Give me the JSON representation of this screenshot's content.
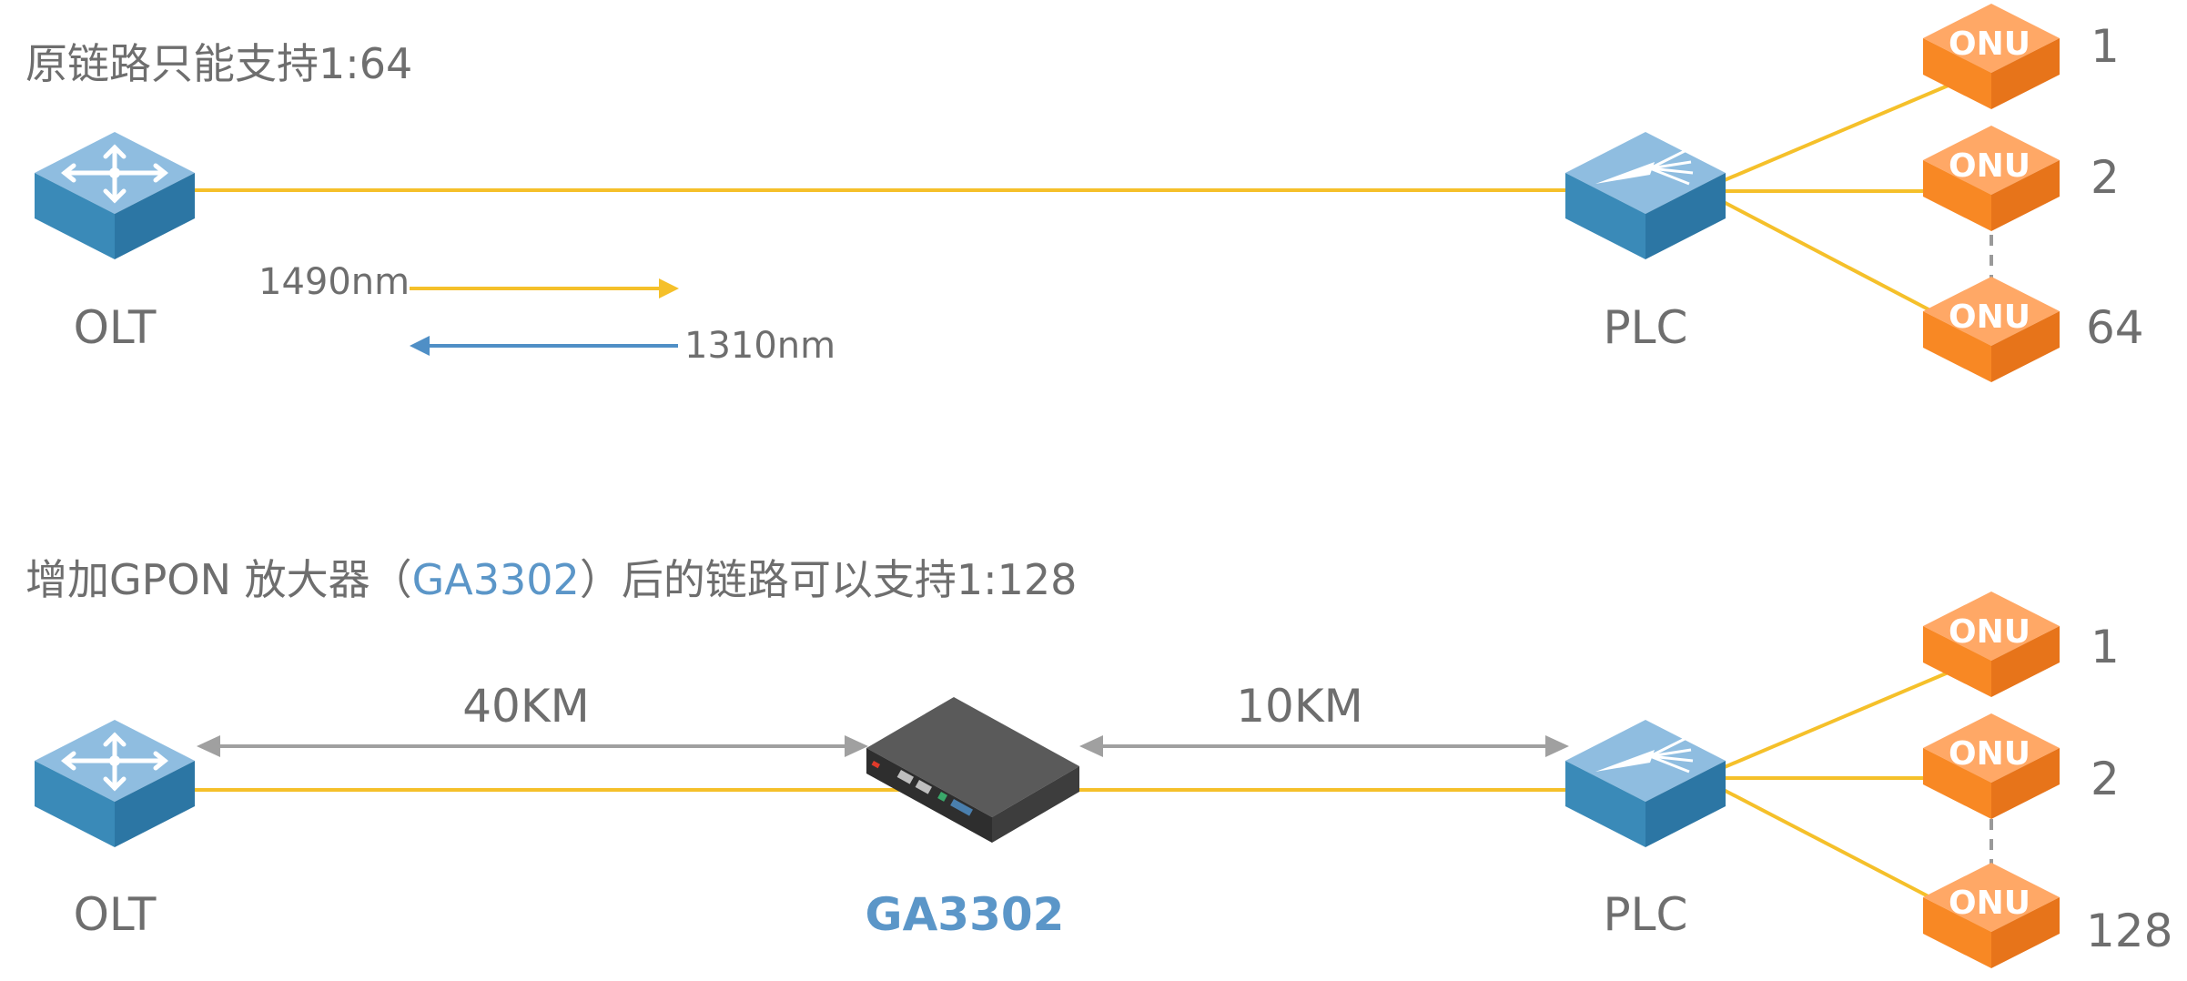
{
  "top": {
    "title": "原链路只能支持1:64",
    "olt_label": "OLT",
    "plc_label": "PLC",
    "wavelength_down": "1490nm",
    "wavelength_up": "1310nm",
    "onus": [
      {
        "text": "ONU",
        "number": "1"
      },
      {
        "text": "ONU",
        "number": "2"
      },
      {
        "text": "ONU",
        "number": "64"
      }
    ]
  },
  "bottom": {
    "title_part1": "增加GPON 放大器（",
    "title_highlight": "GA3302",
    "title_part2": "）后的链路可以支持1:128",
    "olt_label": "OLT",
    "amp_label": "GA3302",
    "plc_label": "PLC",
    "distance_left": "40KM",
    "distance_right": "10KM",
    "onus": [
      {
        "text": "ONU",
        "number": "1"
      },
      {
        "text": "ONU",
        "number": "2"
      },
      {
        "text": "ONU",
        "number": "128"
      }
    ]
  },
  "colors": {
    "fiber": "#f5c02a",
    "upstream": "#4f8fc6",
    "device_blue": "#4a95c0",
    "onu_orange": "#f98d2b",
    "text_gray": "#6e6e6e",
    "highlight_blue": "#5b96c8"
  }
}
